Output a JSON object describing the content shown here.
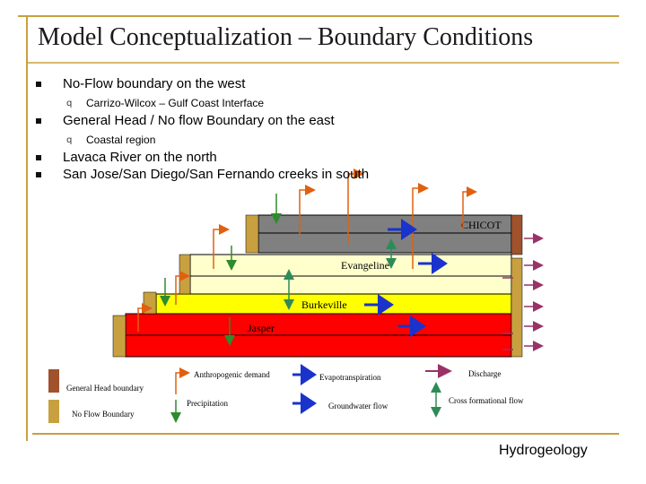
{
  "slide": {
    "title": "Model Conceptualization – Boundary Conditions",
    "bullets": [
      {
        "text": "No-Flow boundary on the west",
        "sub": "Carrizo-Wilcox – Gulf Coast Interface"
      },
      {
        "text": "General Head / No flow Boundary on the east",
        "sub": "Coastal region"
      },
      {
        "text": "Lavaca River on the north",
        "sub": ""
      },
      {
        "text": "San Jose/San Diego/San Fernando creeks in south",
        "sub": ""
      }
    ],
    "footer": "Hydrogeology"
  },
  "diagram": {
    "layers": [
      "CHICOT",
      "Evangeline",
      "Burkeville",
      "Jasper"
    ],
    "legend": {
      "anthropogenic": "Anthropogenic demand",
      "evapotranspiration": "Evapotranspiration",
      "discharge": "Discharge",
      "general_head": "General Head boundary",
      "precipitation": "Precipitation",
      "groundwater_flow": "Groundwater flow",
      "cross_formational": "Cross formational flow",
      "no_flow": "No Flow Boundary"
    },
    "colors": {
      "chicot": "#808080",
      "evangeline": "#ffffcc",
      "burkeville": "#ffff00",
      "jasper": "#ff0000",
      "no_flow": "#c8a040",
      "general_head": "#a0522d",
      "anthropogenic": "#e06010",
      "precipitation": "#2e8b2e",
      "evapotranspiration": "#1a33cc",
      "discharge": "#993366",
      "cross_formational": "#2e8b57"
    }
  }
}
